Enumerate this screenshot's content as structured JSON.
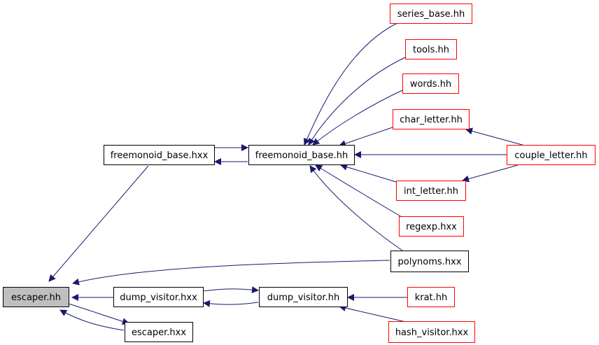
{
  "colors": {
    "edge": "#191970",
    "node_border_default": "#000000",
    "node_border_incomplete": "#ff0000",
    "node_fill_default": "#ffffff",
    "node_fill_focus": "#bfbfbf"
  },
  "nodes": {
    "escaper_hh": {
      "label": "escaper.hh",
      "style": "focus"
    },
    "freemonoid_base_hxx": {
      "label": "freemonoid_base.hxx",
      "style": "default"
    },
    "freemonoid_base_hh": {
      "label": "freemonoid_base.hh",
      "style": "default"
    },
    "series_base_hh": {
      "label": "series_base.hh",
      "style": "incomplete"
    },
    "tools_hh": {
      "label": "tools.hh",
      "style": "incomplete"
    },
    "words_hh": {
      "label": "words.hh",
      "style": "incomplete"
    },
    "char_letter_hh": {
      "label": "char_letter.hh",
      "style": "incomplete"
    },
    "couple_letter_hh": {
      "label": "couple_letter.hh",
      "style": "incomplete"
    },
    "int_letter_hh": {
      "label": "int_letter.hh",
      "style": "incomplete"
    },
    "regexp_hxx": {
      "label": "regexp.hxx",
      "style": "incomplete"
    },
    "polynoms_hxx": {
      "label": "polynoms.hxx",
      "style": "default"
    },
    "dump_visitor_hxx": {
      "label": "dump_visitor.hxx",
      "style": "default"
    },
    "dump_visitor_hh": {
      "label": "dump_visitor.hh",
      "style": "default"
    },
    "escaper_hxx": {
      "label": "escaper.hxx",
      "style": "default"
    },
    "krat_hh": {
      "label": "krat.hh",
      "style": "incomplete"
    },
    "hash_visitor_hxx": {
      "label": "hash_visitor.hxx",
      "style": "incomplete"
    }
  }
}
